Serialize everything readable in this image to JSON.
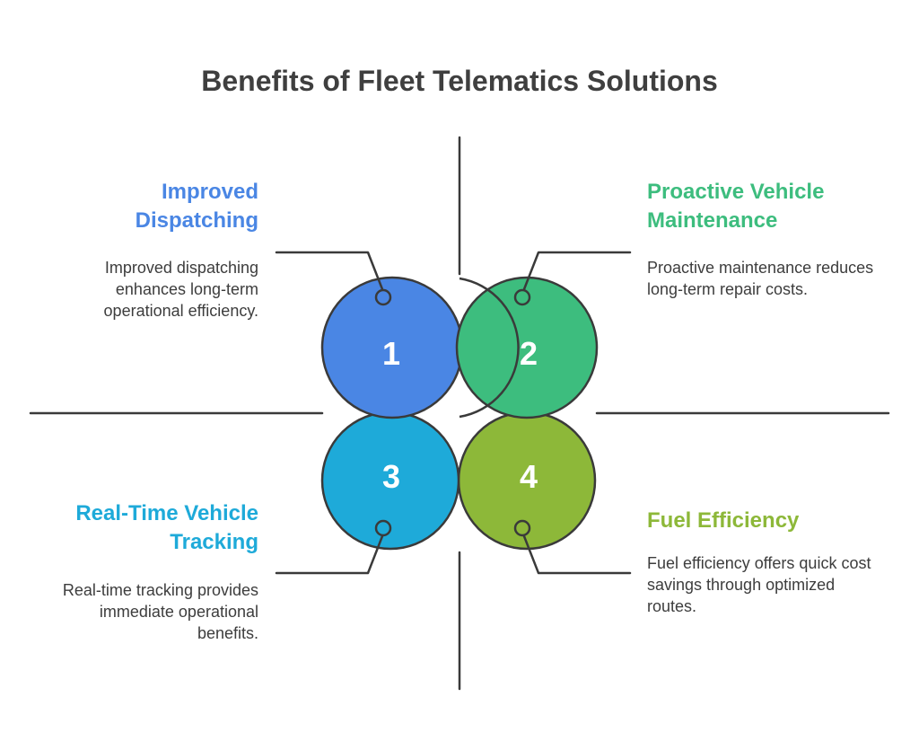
{
  "title": "Benefits of Fleet Telematics Solutions",
  "colors": {
    "blue": "#4a86e4",
    "green": "#3dbd7e",
    "cyan": "#1eaad9",
    "lime": "#8db839",
    "stroke": "#3a3a3a"
  },
  "benefits": [
    {
      "number": "1",
      "heading": "Improved Dispatching",
      "description": "Improved dispatching enhances long-term operational efficiency."
    },
    {
      "number": "2",
      "heading": "Proactive Vehicle Maintenance",
      "description": "Proactive maintenance reduces long-term repair costs."
    },
    {
      "number": "3",
      "heading": "Real-Time Vehicle Tracking",
      "description": "Real-time tracking provides immediate operational benefits."
    },
    {
      "number": "4",
      "heading": "Fuel Efficiency",
      "description": "Fuel efficiency offers quick cost savings through optimized routes."
    }
  ]
}
